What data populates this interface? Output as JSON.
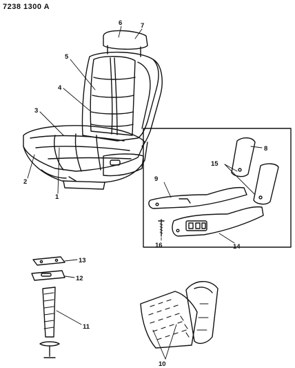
{
  "diagram": {
    "code": "7238 1300 A",
    "callouts": {
      "c1": "1",
      "c2": "2",
      "c3": "3",
      "c4": "4",
      "c5": "5",
      "c6": "6",
      "c7": "7",
      "c8": "8",
      "c9": "9",
      "c10": "10",
      "c11": "11",
      "c12": "12",
      "c13": "13",
      "c14": "14",
      "c15": "15",
      "c16": "16"
    }
  }
}
